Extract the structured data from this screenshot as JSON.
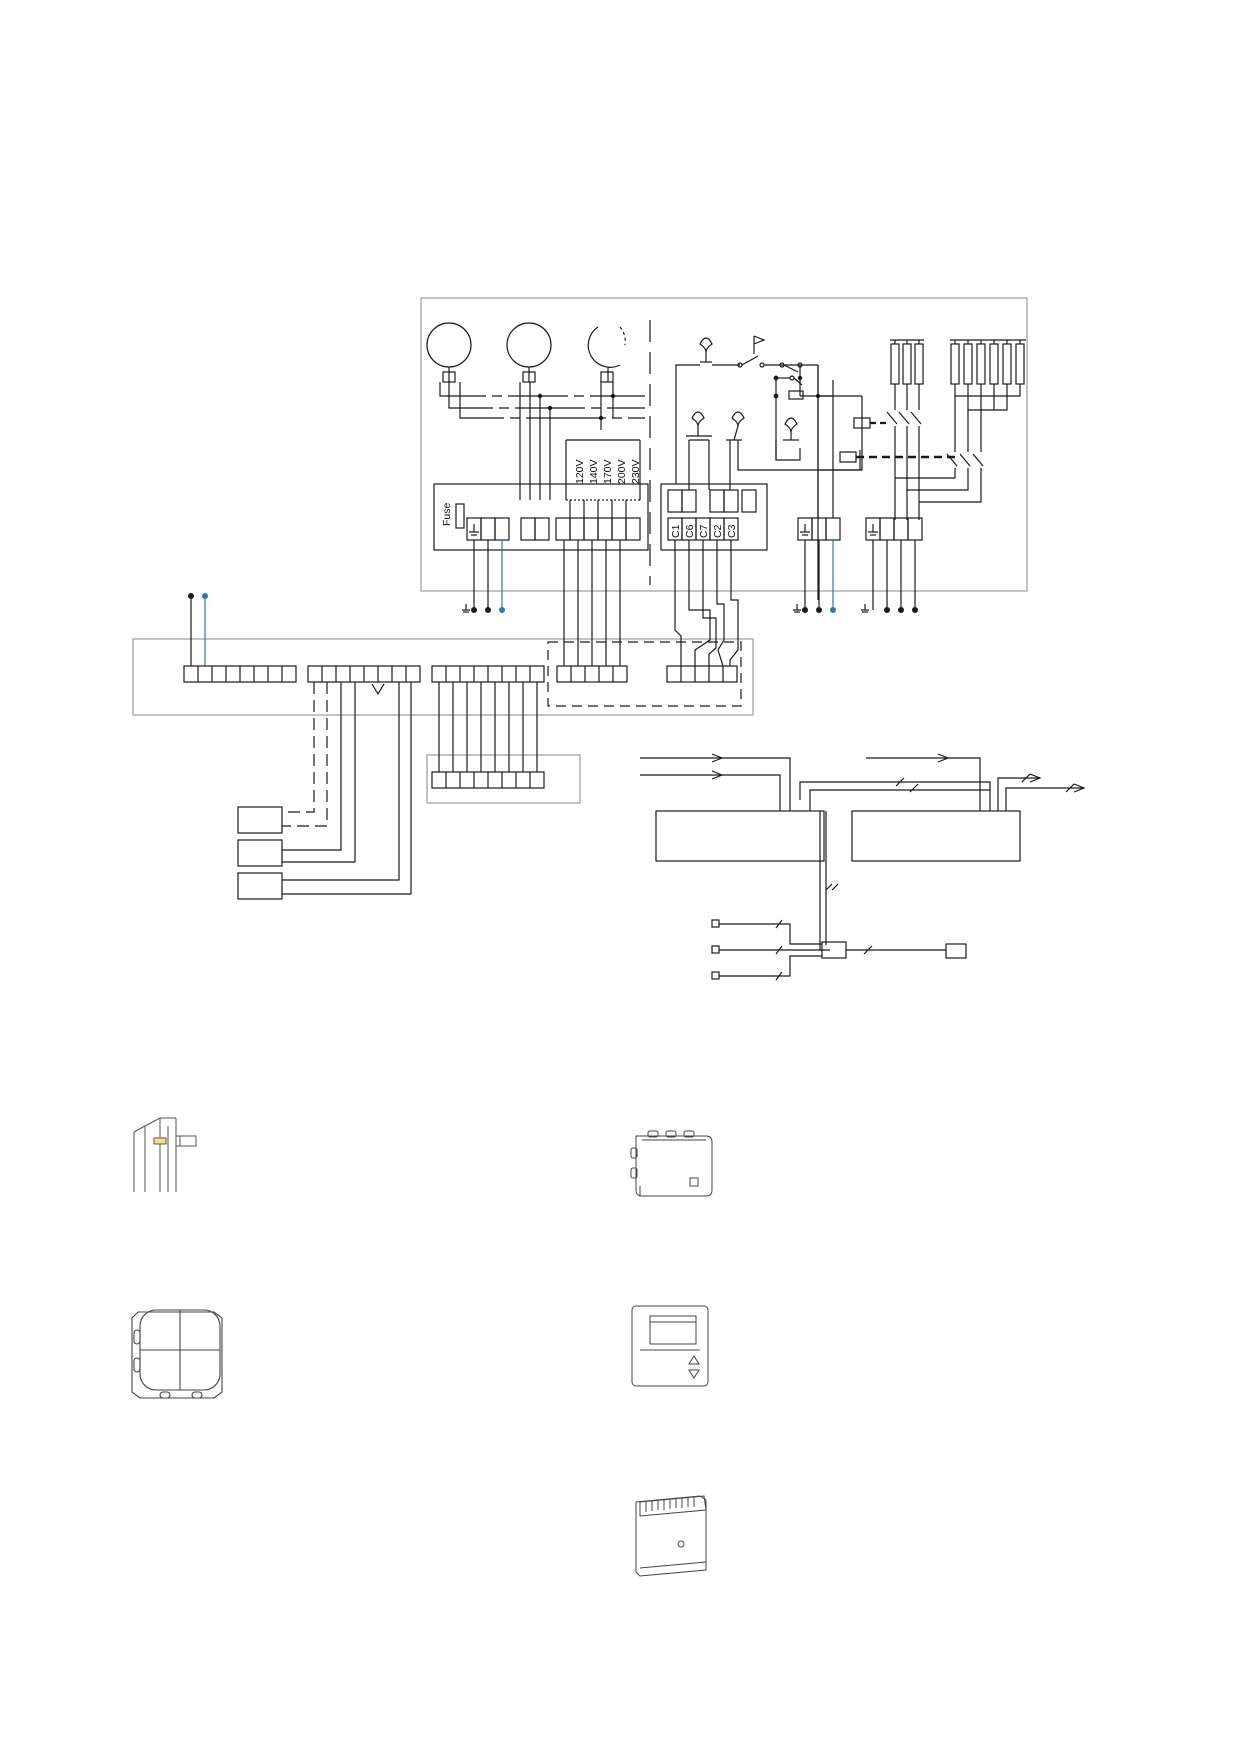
{
  "diagram": {
    "fuse_label": "Fuse",
    "voltage_taps": [
      "120V",
      "140V",
      "170V",
      "200V",
      "230V"
    ],
    "contact_labels": [
      "C1",
      "C6",
      "C7",
      "C2",
      "C3"
    ]
  },
  "colors": {
    "line": "#1a1a1a",
    "frame": "#8a8a8a",
    "neutral_wire": "#2a78b8"
  },
  "accessories": [
    {
      "icon": "door-contact-icon"
    },
    {
      "icon": "junction-box-icon"
    },
    {
      "icon": "four-button-switch-icon"
    },
    {
      "icon": "room-thermostat-icon"
    },
    {
      "icon": "temperature-sensor-icon"
    }
  ]
}
